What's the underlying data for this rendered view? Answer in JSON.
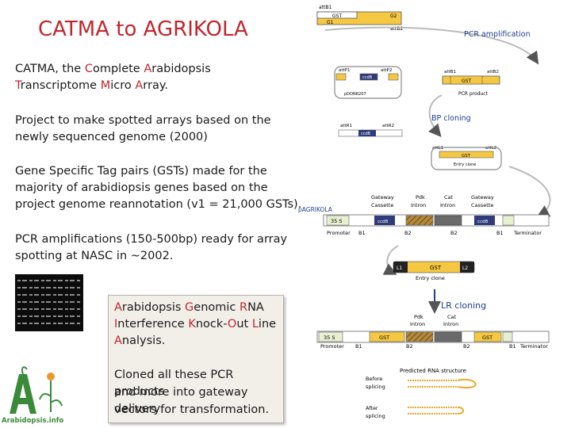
{
  "title": "CATMA to AGRIKOLA",
  "catma": {
    "p1_l1": [
      "CATMA, the ",
      "C",
      "omplete ",
      "A",
      "rabidopsis"
    ],
    "p1_l2": [
      "T",
      "ranscriptome ",
      "M",
      "icro ",
      "A",
      "rray."
    ]
  },
  "paragraphs": {
    "p2": [
      "Project to make spotted arrays based on the",
      "newly sequenced genome (2000)"
    ],
    "p3": [
      "Gene Specific Tag pairs (GSTs) made for the",
      "majority of arabidiopsis genes based on the",
      "project genome reannotation (v1 = 21,000 GSTs)."
    ],
    "p4": [
      "PCR amplifications (150-500bp) ready for array",
      "spotting at NASC in ~2002."
    ]
  },
  "agrikola_box": {
    "l1": [
      "A",
      "rabidopsis ",
      "G",
      "enomic ",
      "R",
      "NA"
    ],
    "l2": [
      "I",
      "nterference ",
      "K",
      "nock-",
      "O",
      "ut ",
      "L",
      "ine"
    ],
    "l3": [
      "A",
      "nalysis."
    ],
    "l4": "Cloned all these PCR products",
    "l5": "and more into gateway delivery",
    "l6": "vectors for transformation."
  },
  "logo_text": "Arabidopsis.info",
  "diagram": {
    "attB1": "attB1",
    "attB2": "attB2",
    "gst": "GST",
    "g1": "G1",
    "g2": "G2",
    "pcr_amp": "PCR amplification",
    "attP1": "attP1",
    "attP2": "attP2",
    "ccdB": "ccdB",
    "pdonr": "pDONR207",
    "pcr_product": "PCR product",
    "bp_cloning": "BP cloning",
    "attL1": "attL1",
    "attL2": "attL2",
    "attR1": "attR1",
    "attR2": "attR2",
    "entry_clone": "Entry clone",
    "p_agrikola": "pAGRIKOLA",
    "gw_cassette": "Gateway",
    "gw_cassette2": "Cassette",
    "pdk": "Pdk",
    "intron": "Intron",
    "cat": "Cat",
    "s35": "35 S",
    "promoter": "Promoter",
    "b1": "B1",
    "b2": "B2",
    "terminator": "Terminator",
    "l1": "L1",
    "l2": "L2",
    "lr_cloning": "LR cloning",
    "predicted": "Predicted RNA structure",
    "before": "Before",
    "splicing": "splicing",
    "after": "After"
  },
  "colors": {
    "accent_red": "#c0272d",
    "diagram_blue": "#1d3f8f"
  }
}
